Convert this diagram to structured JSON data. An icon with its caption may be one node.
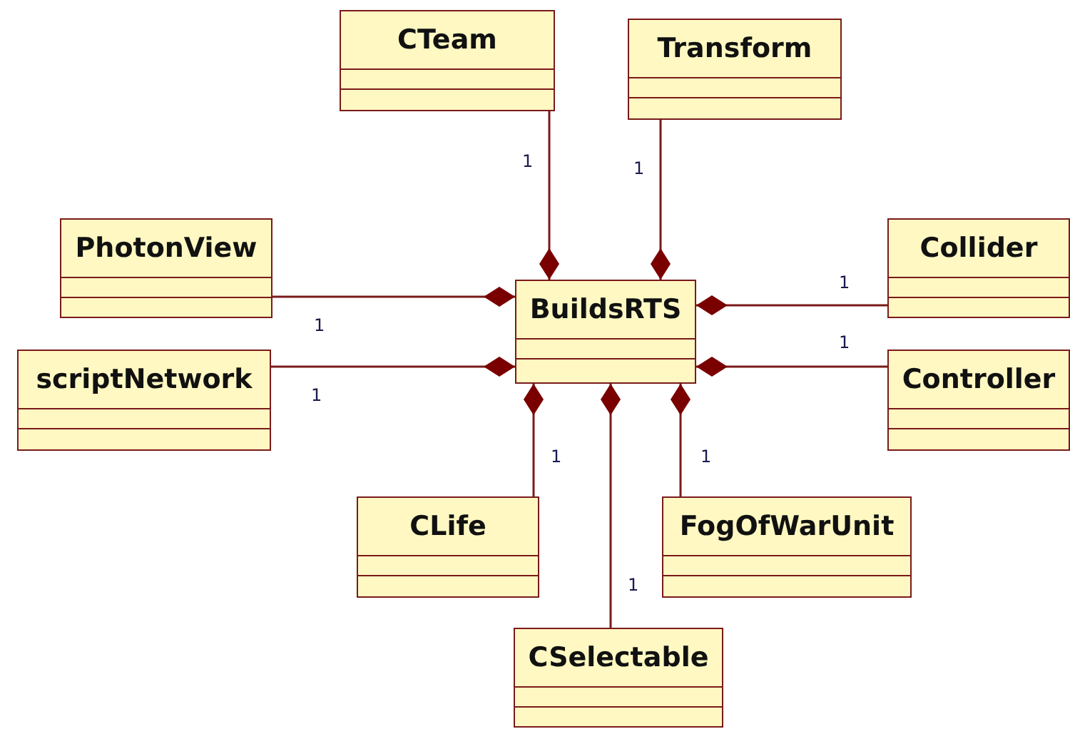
{
  "diagram": {
    "nodes": [
      {
        "text": [
          "CTeam"
        ]
      },
      {
        "text": [
          "Transform"
        ]
      },
      {
        "text": [
          "PhotonView"
        ]
      },
      {
        "text": [
          "BuildsRTS"
        ]
      },
      {
        "text": [
          "Collider"
        ]
      },
      {
        "text": [
          "scriptNetwork"
        ]
      },
      {
        "text": [
          "Controller"
        ]
      },
      {
        "text": [
          "CLife"
        ]
      },
      {
        "text": [
          "FogOfWarUnit"
        ]
      },
      {
        "text": [
          "CSelectable"
        ]
      }
    ],
    "edges": [
      {
        "from": 0,
        "to": 3,
        "arrow": "other",
        "label": "1"
      },
      {
        "from": 1,
        "to": 3,
        "arrow": "other",
        "label": "1"
      },
      {
        "from": 2,
        "to": 3,
        "arrow": "other",
        "label": "1"
      },
      {
        "from": 4,
        "to": 3,
        "arrow": "other",
        "label": "1"
      },
      {
        "from": 5,
        "to": 3,
        "arrow": "other",
        "label": "1"
      },
      {
        "from": 6,
        "to": 3,
        "arrow": "other",
        "label": "1"
      },
      {
        "from": 7,
        "to": 3,
        "arrow": "other",
        "label": "1"
      },
      {
        "from": 9,
        "to": 3,
        "arrow": "other",
        "label": "1"
      },
      {
        "from": 8,
        "to": 3,
        "arrow": "other",
        "label": "1"
      }
    ]
  }
}
